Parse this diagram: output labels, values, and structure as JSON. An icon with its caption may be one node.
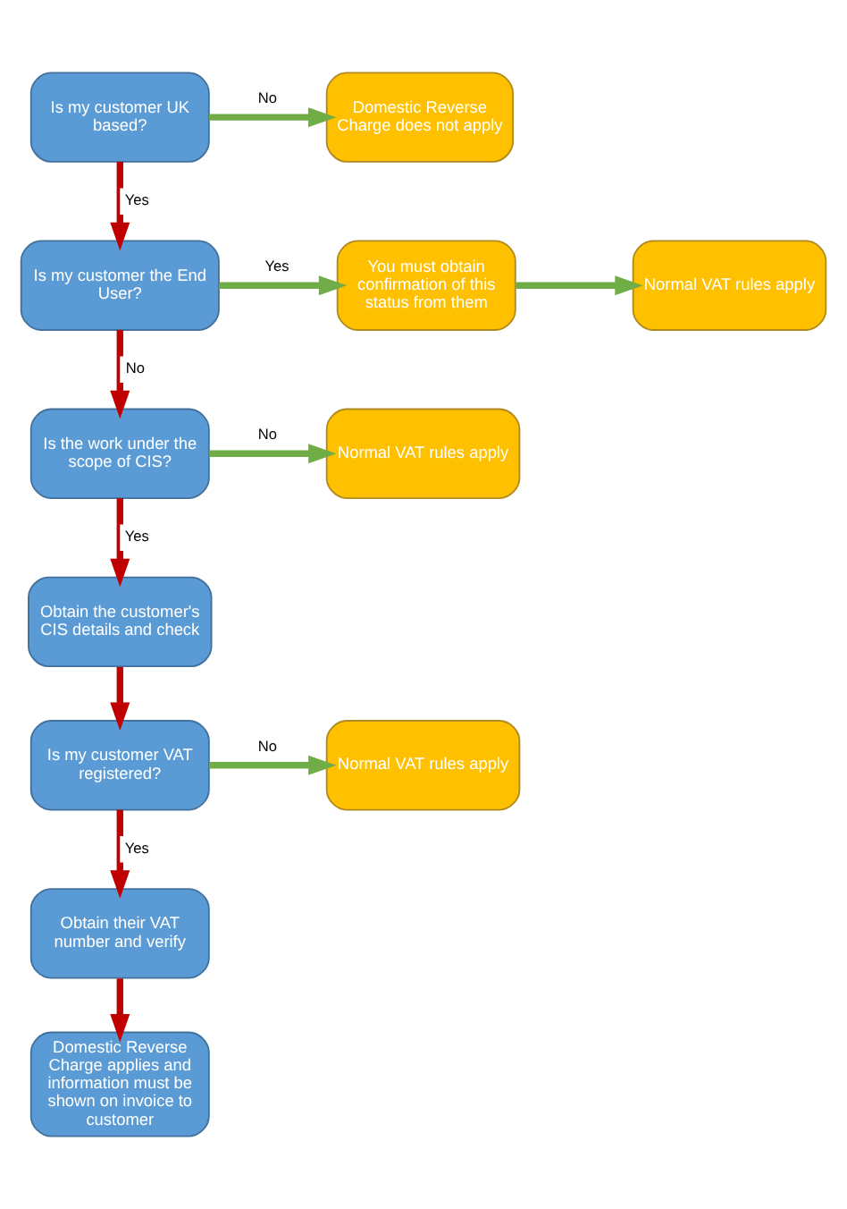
{
  "diagram": {
    "nodes": [
      {
        "text": [
          "Is my customer UK based?"
        ]
      },
      {
        "text": [
          "Domestic Reverse Charge does not apply"
        ]
      },
      {
        "text": [
          "Is my customer the End User?"
        ]
      },
      {
        "text": [
          "You must obtain confirmation of this status from them"
        ]
      },
      {
        "text": [
          "Normal VAT rules apply"
        ]
      },
      {
        "text": [
          "Is the work under the scope of CIS?"
        ]
      },
      {
        "text": [
          "Normal VAT rules apply"
        ]
      },
      {
        "text": [
          "Obtain the customer's CIS details and check"
        ]
      },
      {
        "text": [
          "Is my customer VAT registered?"
        ]
      },
      {
        "text": [
          "Normal VAT rules apply"
        ]
      },
      {
        "text": [
          "Obtain their VAT number and verify"
        ]
      },
      {
        "text": [
          "Domestic Reverse Charge applies and information must be shown on invoice to customer"
        ]
      }
    ],
    "edges": [
      {
        "from": 0,
        "to": 1,
        "arrow": "to",
        "label": "No",
        "color": "#70ad47"
      },
      {
        "from": 0,
        "to": 2,
        "arrow": "to",
        "label": "Yes"
      },
      {
        "from": 2,
        "to": 3,
        "arrow": "to",
        "label": "Yes",
        "color": "#70ad47"
      },
      {
        "from": 3,
        "to": 4,
        "arrow": "to",
        "color": "#70ad47"
      },
      {
        "from": 2,
        "to": 5,
        "arrow": "to",
        "label": "No"
      },
      {
        "from": 5,
        "to": 6,
        "arrow": "to",
        "label": "No",
        "color": "#70ad47"
      },
      {
        "from": 5,
        "to": 7,
        "arrow": "to",
        "label": "Yes"
      },
      {
        "from": 7,
        "to": 8,
        "arrow": "to"
      },
      {
        "from": 8,
        "to": 9,
        "arrow": "to",
        "label": "No",
        "color": "#70ad47"
      },
      {
        "from": 8,
        "to": 10,
        "arrow": "to",
        "label": "Yes"
      },
      {
        "from": 10,
        "to": 11,
        "arrow": "to"
      }
    ]
  }
}
